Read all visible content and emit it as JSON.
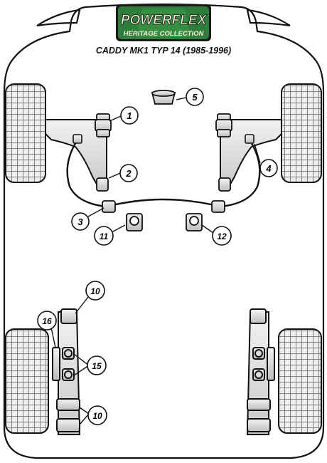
{
  "logo": {
    "brand": "POWERFLEX",
    "subline": "HERITAGE COLLECTION",
    "colors": {
      "green": "#2f7d3a",
      "cream": "#f3eed8",
      "outline": "#1a1a1a"
    }
  },
  "title": "CADDY MK1 TYP 14 (1985-1996)",
  "callouts": [
    "1",
    "2",
    "3",
    "4",
    "5",
    "10",
    "10",
    "11",
    "12",
    "15",
    "16"
  ],
  "colors": {
    "outline": "#111111",
    "part_fill": "#cfcfcf",
    "arm_fill": "#dcdcdc",
    "tyre_fill": "#e9e9e9",
    "tyre_grid": "#555555"
  }
}
